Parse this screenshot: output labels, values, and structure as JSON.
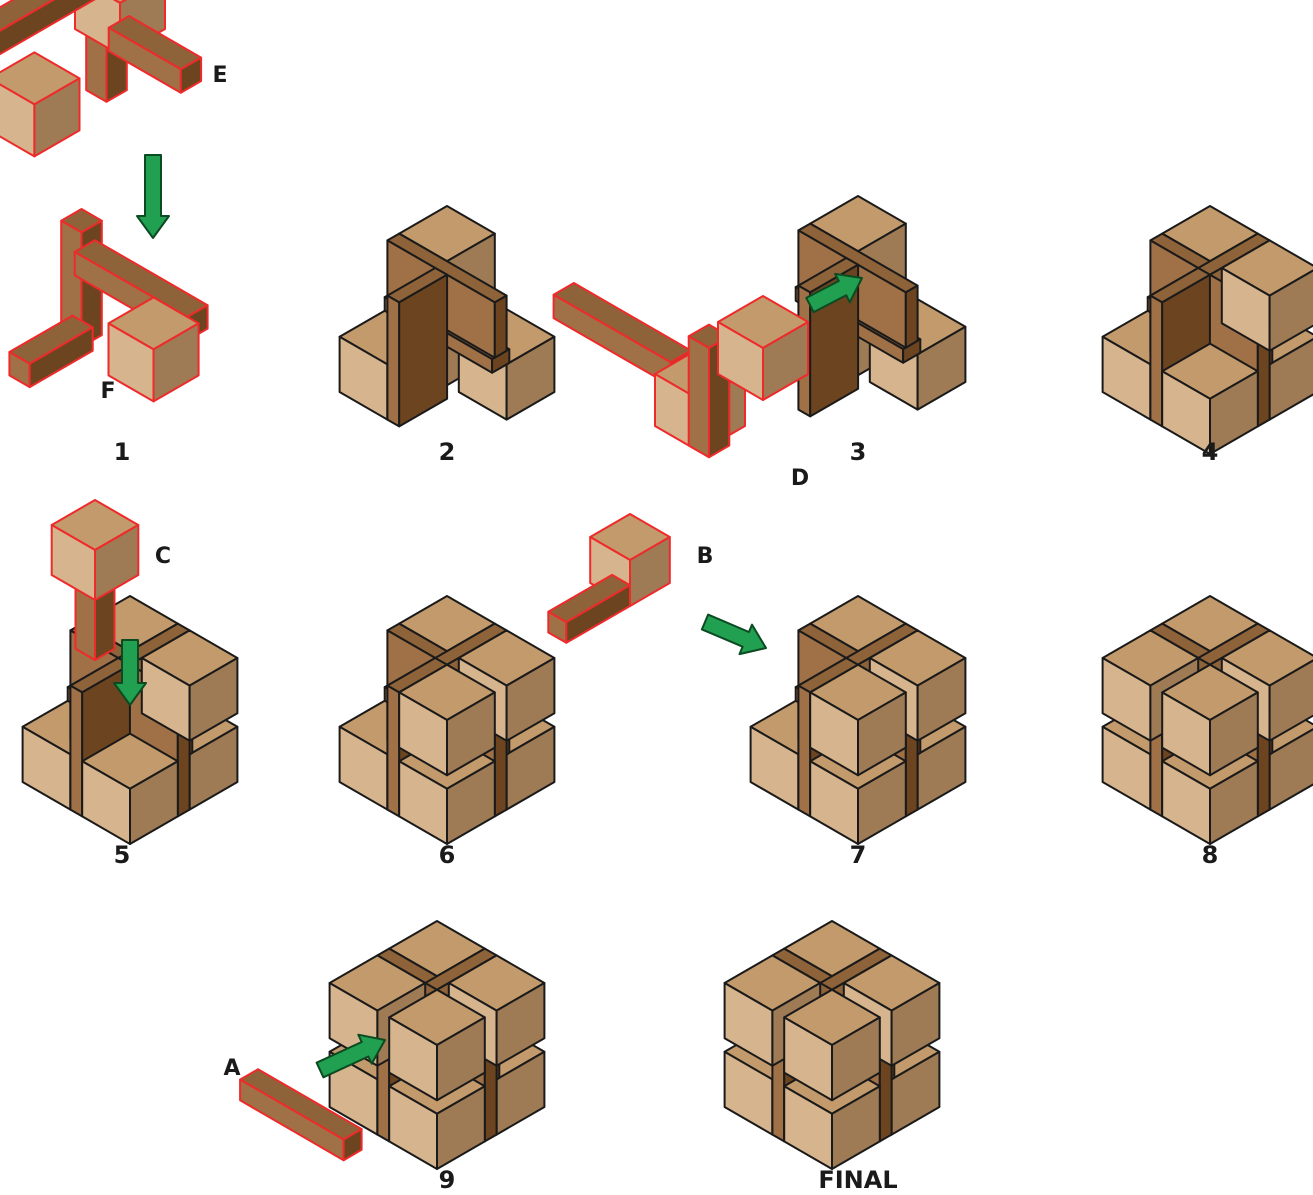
{
  "colors": {
    "top": "#c39a6b",
    "left": "#d6b48d",
    "right": "#9e7b55",
    "stick_top": "#8e6339",
    "stick_left": "#a07046",
    "stick_right": "#6d4420",
    "outline": "#1a1a1a",
    "highlight_outline": "#ee2a2a",
    "arrow_fill": "#20a050"
  },
  "steps": [
    {
      "label": "1"
    },
    {
      "label": "2"
    },
    {
      "label": "3"
    },
    {
      "label": "4"
    },
    {
      "label": "5"
    },
    {
      "label": "6"
    },
    {
      "label": "7"
    },
    {
      "label": "8"
    },
    {
      "label": "9"
    },
    {
      "label": "FINAL"
    }
  ],
  "pieces": {
    "a": "A",
    "b": "B",
    "c": "C",
    "d": "D",
    "e": "E",
    "f": "F"
  },
  "arrows": [
    "down",
    "up-right",
    "down",
    "down-right",
    "up-right"
  ],
  "icons": [
    "cube-icon",
    "stick-piece-icon",
    "arrow-icon"
  ]
}
